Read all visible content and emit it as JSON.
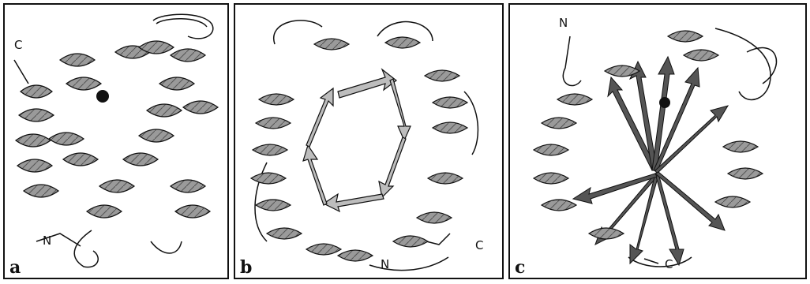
{
  "panels": [
    {
      "label": "a",
      "c_label": "C",
      "n_label": "N"
    },
    {
      "label": "b",
      "c_label": "C",
      "n_label": "N"
    },
    {
      "label": "c",
      "c_label": "C",
      "n_label": "N"
    }
  ]
}
